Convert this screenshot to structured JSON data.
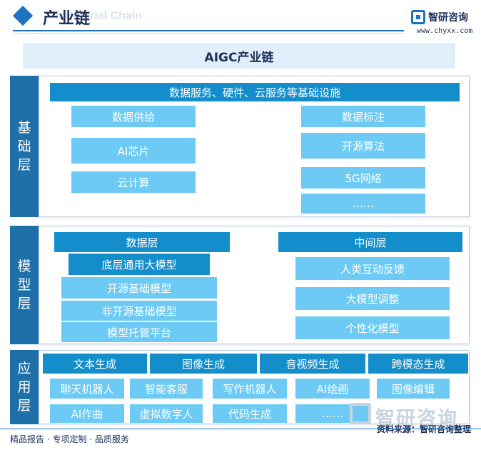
{
  "header": {
    "title": "产业链",
    "watermark": "Industrial Chain",
    "logo_name": "智研咨询",
    "logo_url": "www.chyxx.com"
  },
  "diagram": {
    "title": "AIGC产业链",
    "foundation": {
      "layer_label": [
        "基",
        "础",
        "层"
      ],
      "banner": "数据服务、硬件、云服务等基础设施",
      "left_items": [
        "数据供给",
        "AI芯片",
        "云计算"
      ],
      "right_items": [
        "数据标注",
        "开源算法",
        "5G网络",
        "……"
      ]
    },
    "model": {
      "layer_label": [
        "模",
        "型",
        "层"
      ],
      "data_layer": {
        "title": "数据层",
        "items": [
          "底层通用大模型",
          "开源基础模型",
          "非开源基础模型",
          "模型托管平台"
        ]
      },
      "middle_layer": {
        "title": "中间层",
        "items": [
          "人类互动反馈",
          "大模型调整",
          "个性化模型"
        ]
      }
    },
    "application": {
      "layer_label": [
        "应",
        "用",
        "层"
      ],
      "categories": [
        "文本生成",
        "图像生成",
        "音视频生成",
        "跨模态生成"
      ],
      "row1": [
        "聊天机器人",
        "智能客服",
        "写作机器人",
        "AI绘画",
        "图像编辑"
      ],
      "row2": [
        "AI作曲",
        "虚拟数字人",
        "代码生成",
        "……"
      ]
    }
  },
  "footer": {
    "left": "精品报告 · 专项定制 · 品质服务",
    "source": "资料来源：智研咨询整理",
    "watermark": "智研咨询"
  }
}
